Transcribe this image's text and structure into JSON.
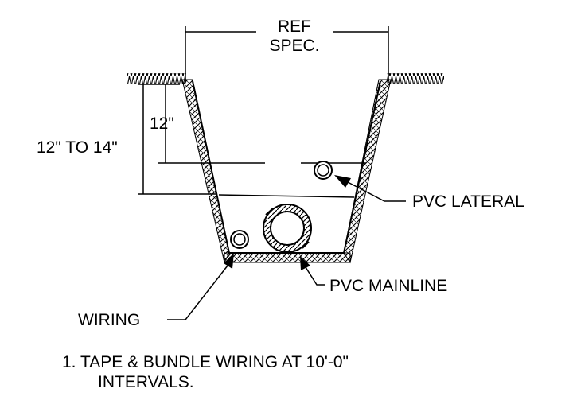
{
  "labels": {
    "ref_spec_line1": "REF",
    "ref_spec_line2": "SPEC.",
    "depth_lateral": "12\"",
    "depth_mainline": "12\" TO 14\"",
    "pvc_lateral": "PVC LATERAL",
    "pvc_mainline": "PVC MAINLINE",
    "wiring": "WIRING"
  },
  "notes": {
    "note_1": "1. TAPE & BUNDLE WIRING AT 10'-0\"",
    "note_1_cont": "INTERVALS."
  },
  "colors": {
    "line": "#000000",
    "background": "#ffffff"
  }
}
